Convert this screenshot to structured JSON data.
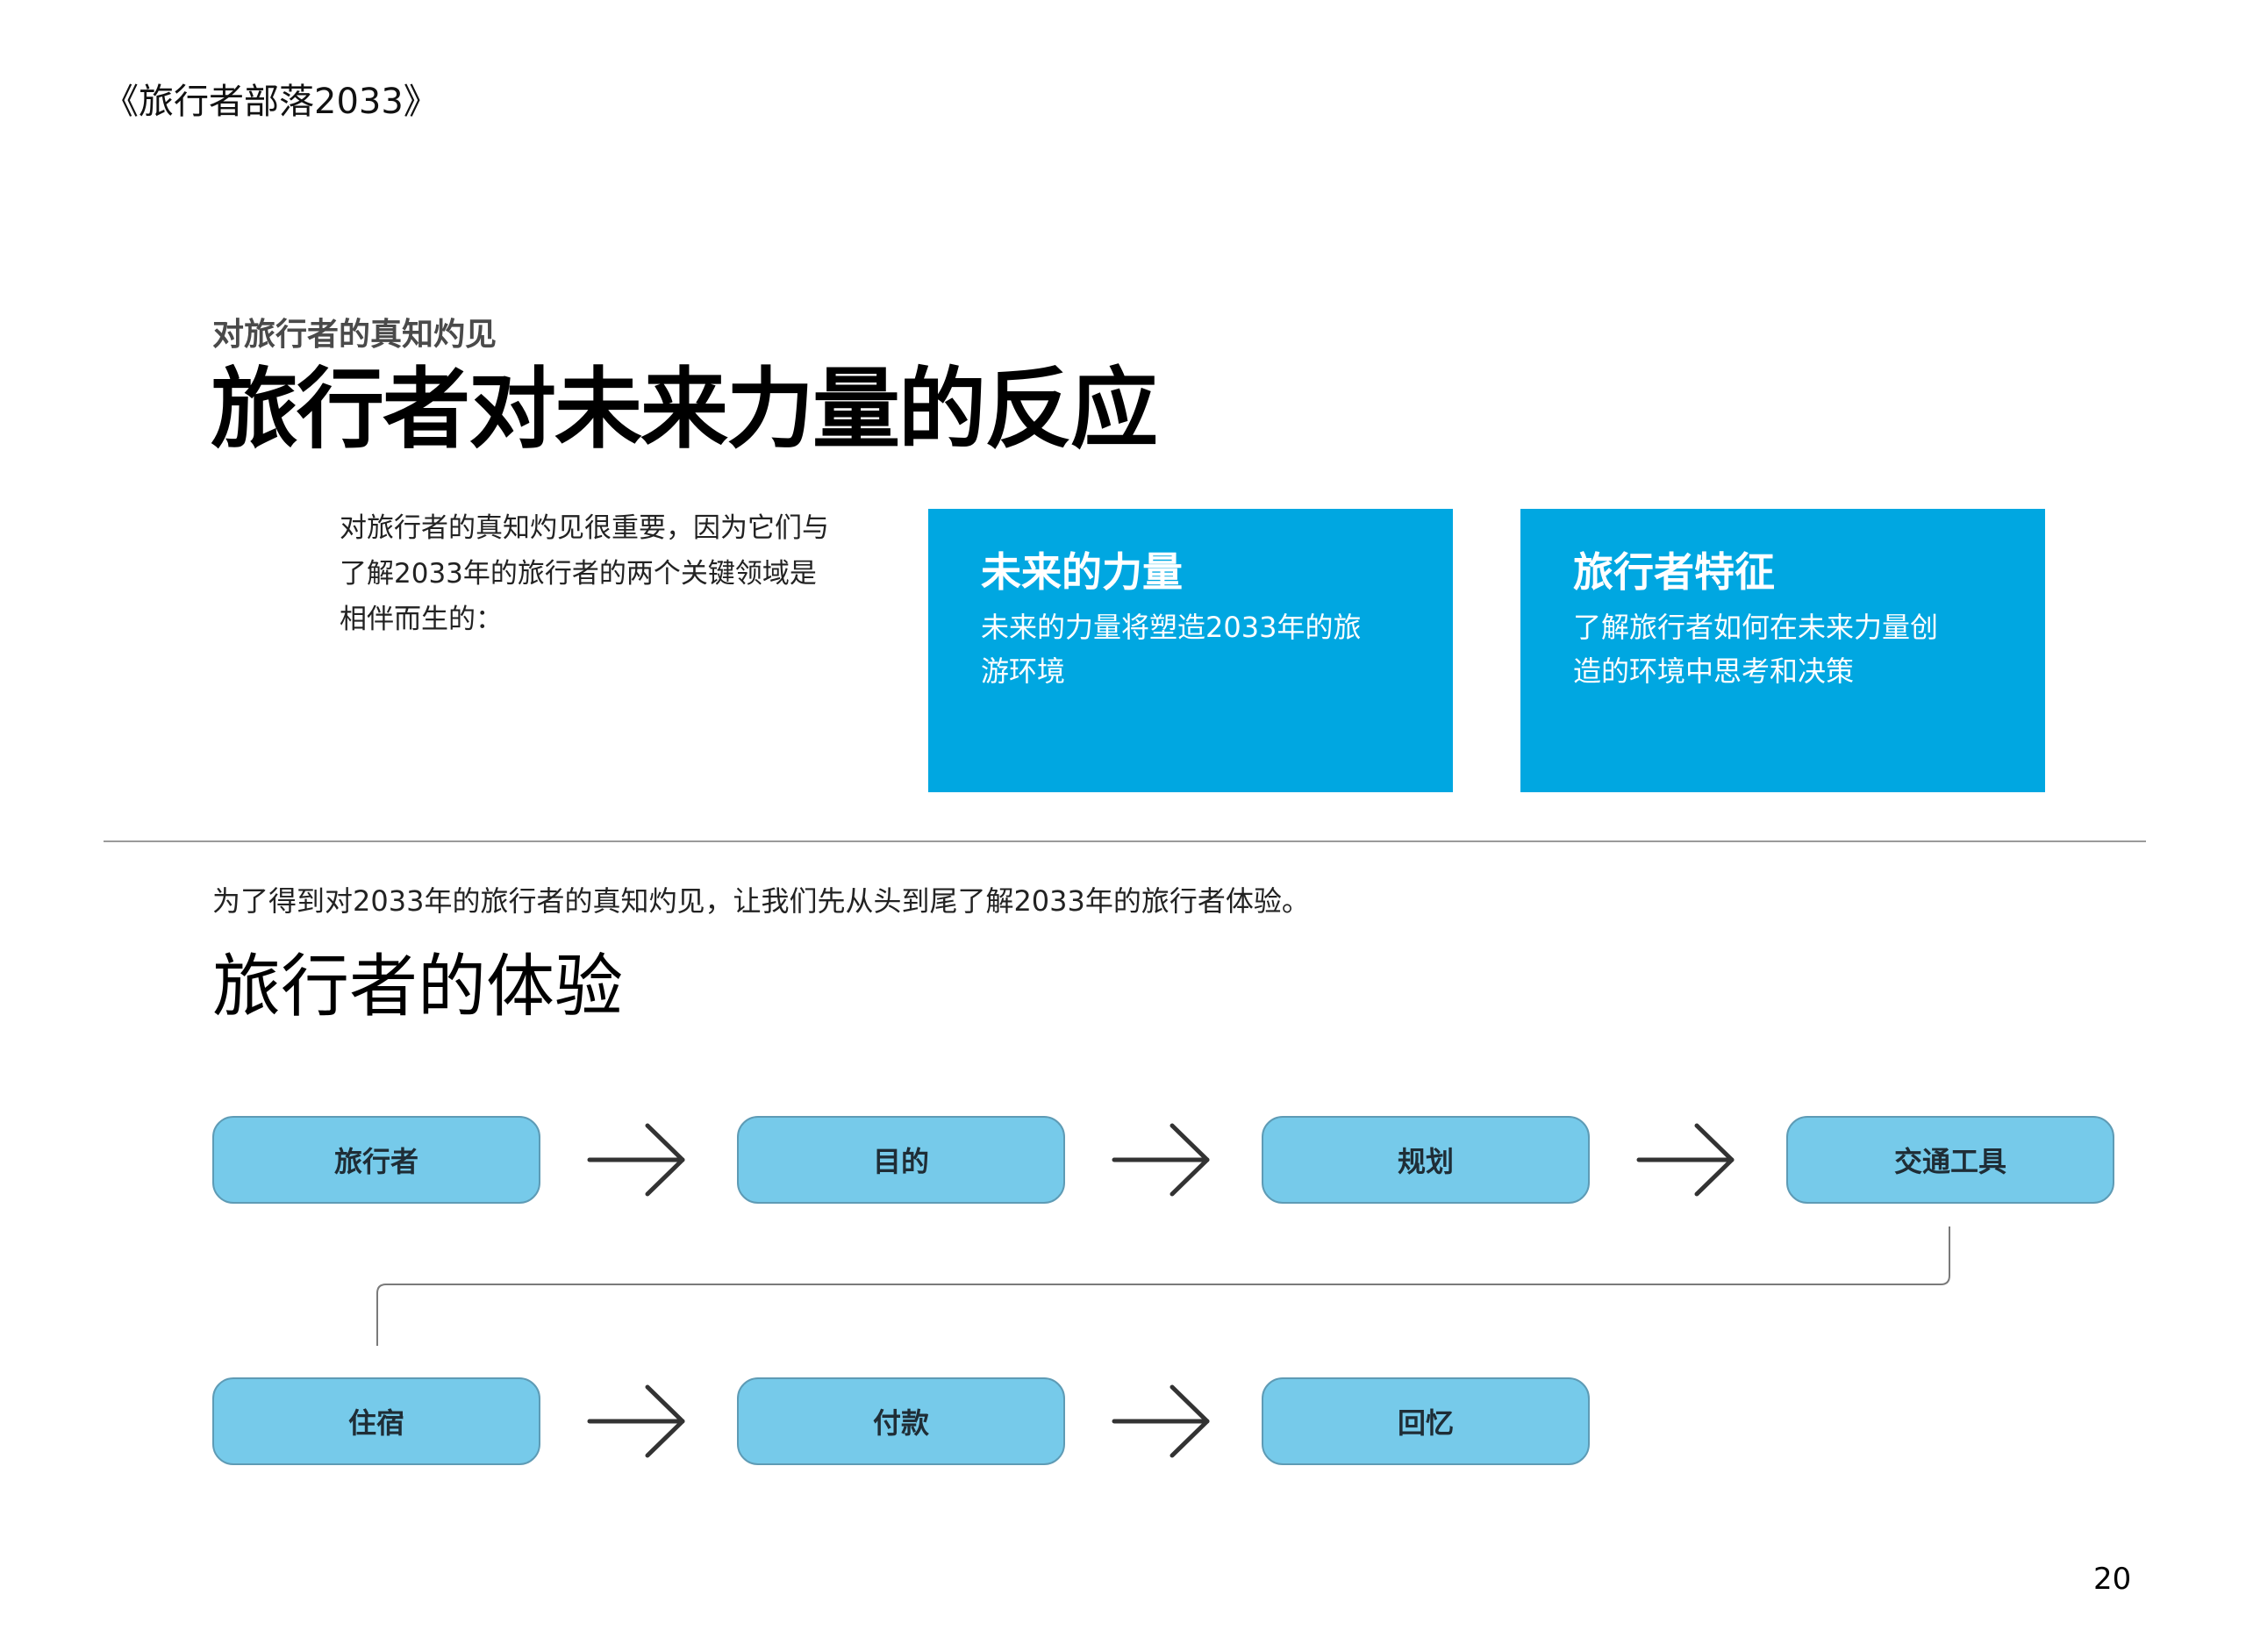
{
  "document_title": "《旅行者部落2033》",
  "eyebrow": "对旅行者的真知灼见",
  "main_heading": "旅行者对未来力量的反应",
  "intro_text": "对旅行者的真知灼见很重要，因为它们与了解2033年的旅行者的两个关键领域是相伴而生的：",
  "cards": [
    {
      "title": "未来的力量",
      "body": "未来的力量将塑造2033年的旅游环境"
    },
    {
      "title": "旅行者特征",
      "body": "了解旅行者如何在未来力量创造的环境中思考和决策"
    }
  ],
  "lead_in": "为了得到对2033年的旅行者的真知灼见，让我们先从头到尾了解2033年的旅行者体验。",
  "section_heading": "旅行者的体验",
  "journey_steps": [
    "旅行者",
    "目的",
    "规划",
    "交通工具",
    "住宿",
    "付款",
    "回忆"
  ],
  "colors": {
    "card_blue": "#00a7e1",
    "step_blue": "#76caea",
    "divider_gray": "#9a9a9a"
  },
  "page_number": "20"
}
